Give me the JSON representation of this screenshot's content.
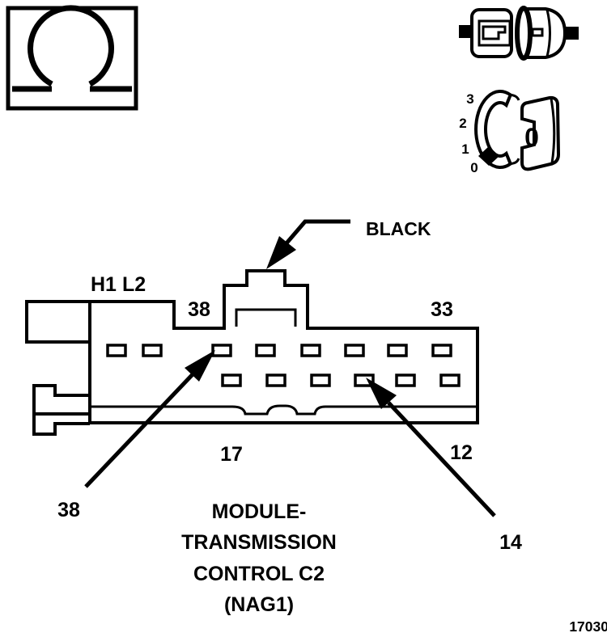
{
  "figure": {
    "number": "17030",
    "caption_lines": [
      "MODULE-",
      "TRANSMISSION",
      "CONTROL C2",
      "(NAG1)"
    ]
  },
  "icons": {
    "ohmmeter_symbol": "omega",
    "terminal_pair": "connector-terminal-pair",
    "dial": {
      "scale": [
        "3",
        "2",
        "1",
        "0"
      ],
      "hub_label": "0"
    }
  },
  "connector": {
    "color_label": "BLACK",
    "labels": {
      "h1": "H1",
      "l2": "L2",
      "row1_first": "38",
      "row1_last": "33",
      "row2_first": "17",
      "row2_last": "12"
    },
    "callouts": {
      "pin38": "38",
      "pin14": "14"
    }
  },
  "colors": {
    "ink": "#000000",
    "paper": "#ffffff"
  }
}
